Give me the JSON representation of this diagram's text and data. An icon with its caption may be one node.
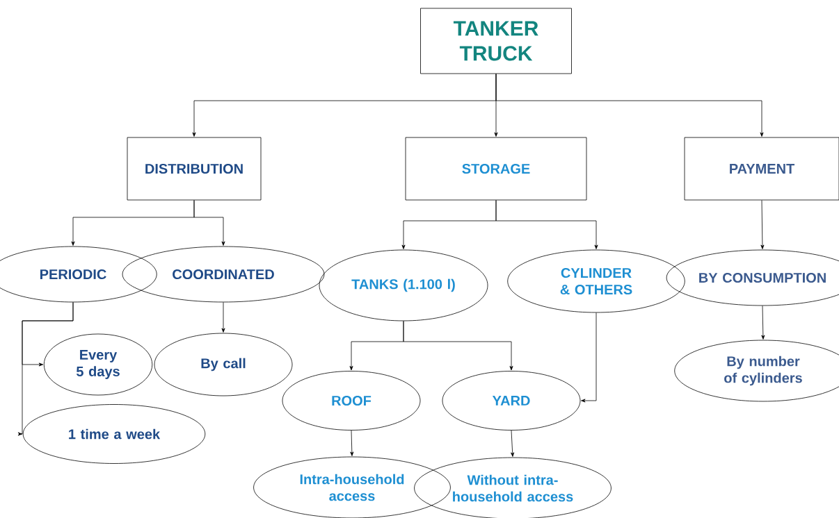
{
  "diagram": {
    "nodes": [
      {
        "text": [
          "TANKER TRUCK"
        ]
      },
      {
        "text": [
          "DISTRIBUTION"
        ]
      },
      {
        "text": [
          "STORAGE"
        ]
      },
      {
        "text": [
          "PAYMENT"
        ]
      },
      {
        "text": [
          "PERIODIC"
        ]
      },
      {
        "text": [
          "COORDINATED"
        ]
      },
      {
        "text": [
          "TANKS (1.100 l)"
        ]
      },
      {
        "text": [
          "CYLINDER & OTHERS"
        ]
      },
      {
        "text": [
          "BY CONSUMPTION"
        ]
      },
      {
        "text": [
          "Every 5 days"
        ]
      },
      {
        "text": [
          "By call"
        ]
      },
      {
        "text": [
          "1 time a week"
        ]
      },
      {
        "text": [
          "ROOF"
        ]
      },
      {
        "text": [
          "YARD"
        ]
      },
      {
        "text": [
          "By number of cylinders"
        ]
      },
      {
        "text": [
          "Intra-household access"
        ]
      },
      {
        "text": [
          "Without intra-household access"
        ]
      }
    ],
    "edges": [
      {
        "from": 0,
        "to": 1,
        "arrow": "to"
      },
      {
        "from": 0,
        "to": 2,
        "arrow": "to"
      },
      {
        "from": 0,
        "to": 3,
        "arrow": "to"
      },
      {
        "from": 1,
        "to": 4,
        "arrow": "to"
      },
      {
        "from": 1,
        "to": 5,
        "arrow": "to"
      },
      {
        "from": 2,
        "to": 6,
        "arrow": "to"
      },
      {
        "from": 2,
        "to": 7,
        "arrow": "to"
      },
      {
        "from": 3,
        "to": 8,
        "arrow": "to"
      },
      {
        "from": 4,
        "to": 9,
        "arrow": "to"
      },
      {
        "from": 4,
        "to": 11,
        "arrow": "to"
      },
      {
        "from": 5,
        "to": 10,
        "arrow": "to"
      },
      {
        "from": 6,
        "to": 12,
        "arrow": "to"
      },
      {
        "from": 6,
        "to": 13,
        "arrow": "to"
      },
      {
        "from": 7,
        "to": 13,
        "arrow": "to"
      },
      {
        "from": 8,
        "to": 14,
        "arrow": "to"
      },
      {
        "from": 12,
        "to": 15,
        "arrow": "to"
      },
      {
        "from": 13,
        "to": 16,
        "arrow": "to"
      }
    ]
  }
}
